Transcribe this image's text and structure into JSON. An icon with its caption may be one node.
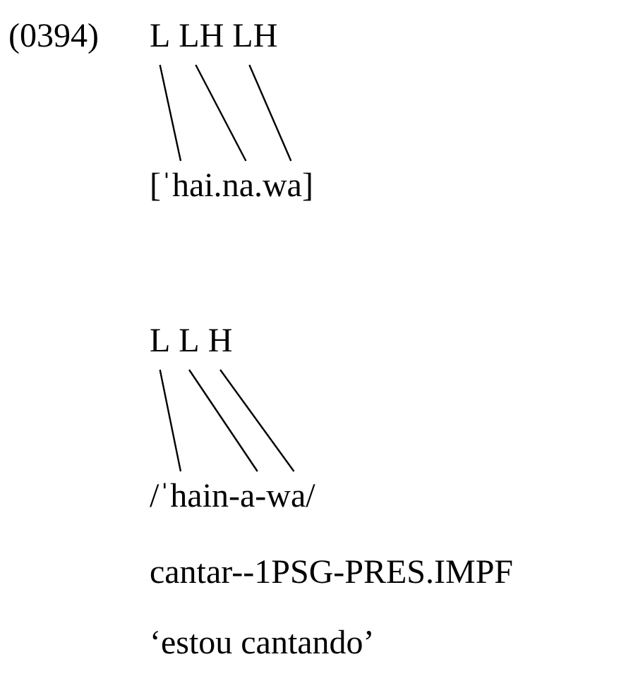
{
  "diagram": {
    "nodes": [
      {
        "text": [
          "L"
        ]
      },
      {
        "text": [
          "LH"
        ]
      },
      {
        "text": [
          "LH"
        ]
      },
      {
        "text": [
          "[ˈhai."
        ]
      },
      {
        "text": [
          "na."
        ]
      },
      {
        "text": [
          "wa]"
        ]
      },
      {
        "text": [
          "L"
        ]
      },
      {
        "text": [
          "L"
        ]
      },
      {
        "text": [
          "H"
        ]
      },
      {
        "text": [
          "/ˈhain-"
        ]
      },
      {
        "text": [
          "a-"
        ]
      },
      {
        "text": [
          "wa/"
        ]
      }
    ],
    "edges": [
      {
        "from": 0,
        "to": 3,
        "arrow": "none"
      },
      {
        "from": 1,
        "to": 4,
        "arrow": "none"
      },
      {
        "from": 2,
        "to": 5,
        "arrow": "none"
      },
      {
        "from": 6,
        "to": 9,
        "arrow": "none"
      },
      {
        "from": 7,
        "to": 10,
        "arrow": "none"
      },
      {
        "from": 8,
        "to": 11,
        "arrow": "none"
      }
    ],
    "labels": [
      "(0394)",
      "cantar--1PSG-PRES.IMPF",
      "‘estou cantando’"
    ]
  }
}
